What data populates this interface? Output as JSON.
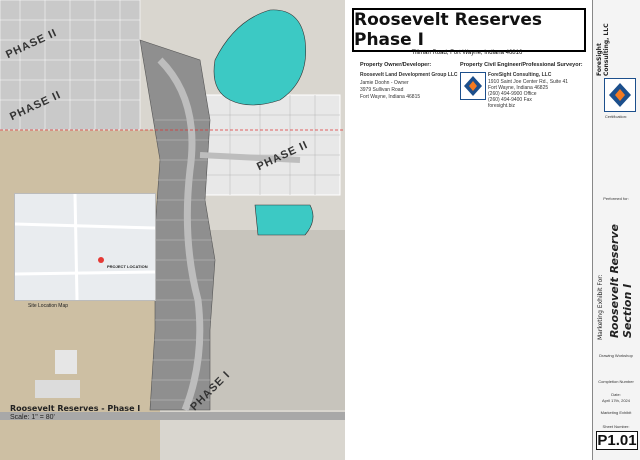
{
  "title": "Roosevelt Reserves Phase I",
  "address": "Tillman Road, Fort Wayne, Indiana 46816",
  "owner": {
    "heading": "Property Owner/Developer:",
    "company": "Roosevelt Land Development Group LLC",
    "contact": "Jamie Doohn - Owner",
    "street": "3979 Sullivan Road",
    "city": "Fort Wayne, Indiana 46815"
  },
  "engineer": {
    "heading": "Property Civil Engineer/Professional Surveyor:",
    "company": "ForeSight Consulting, LLC",
    "street": "1910 Saint Joe Center Rd., Suite 41",
    "city": "Fort Wayne, Indiana 46825",
    "phone": "(260) 494-9900 Office",
    "fax": "(260) 494-9400 Fax",
    "web": "foresight.biz"
  },
  "map": {
    "phases": [
      "PHASE II",
      "PHASE II",
      "PHASE II",
      "PHASE I"
    ],
    "title": "Roosevelt Reserves - Phase I",
    "scale": "Scale: 1\" = 80'",
    "location_label": "Site Location Map",
    "project_label": "PROJECT LOCATION"
  },
  "side": {
    "firm": "ForeSight Consulting, LLC",
    "certification": "Certification:",
    "performed_for": "Performed for:",
    "exhibit_for": "Marketing Exhibit For:",
    "project": "Roosevelt Reserve Section I",
    "drawing": "Drawing Workshop",
    "completion": "Completion Number",
    "date_label": "Date:",
    "date": "April 17th, 2024",
    "exhibit": "Marketing Exhibit",
    "sheet_label": "Sheet Number:",
    "sheet": "P1.01"
  },
  "colors": {
    "pond": "#3cc9c4",
    "lots": "#8f8f8f",
    "road": "#bdbdbd"
  }
}
